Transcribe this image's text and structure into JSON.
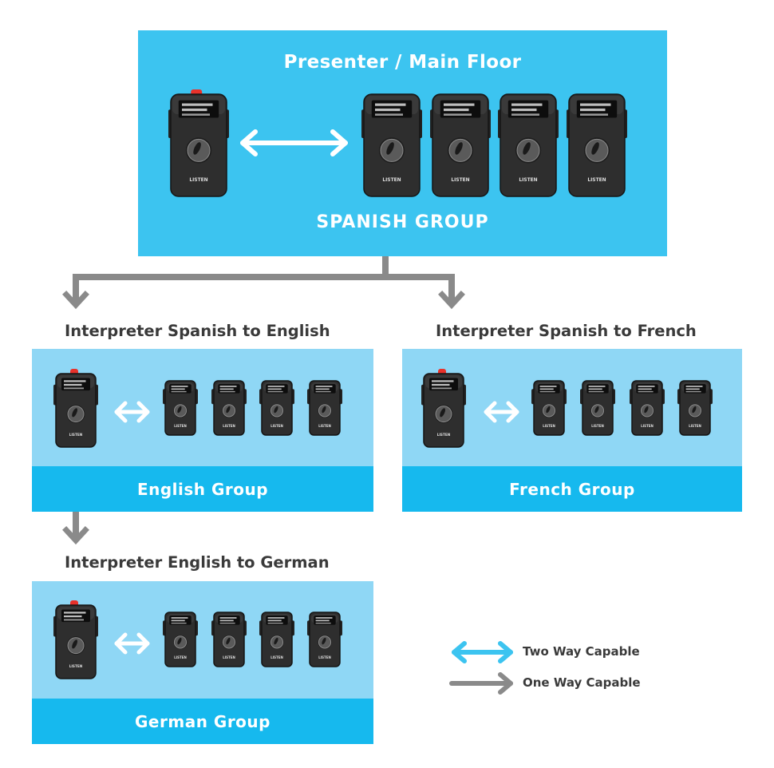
{
  "main": {
    "title": "Presenter / Main Floor",
    "group_label": "SPANISH GROUP",
    "receiver_brand": "LISTEN"
  },
  "groups": [
    {
      "caption": "Interpreter Spanish to English",
      "label": "English Group"
    },
    {
      "caption": "Interpreter Spanish to French",
      "label": "French Group"
    },
    {
      "caption": "Interpreter English to German",
      "label": "German Group"
    }
  ],
  "legend": {
    "two_way": "Two Way Capable",
    "one_way": "One Way Capable"
  },
  "colors": {
    "main_panel": "#3cc4f0",
    "sub_panel": "#8fd7f5",
    "band": "#16b9ee",
    "two_way_arrow": "#3cc4f0",
    "one_way_arrow": "#8a8a8a",
    "device_body": "#2e2e2e",
    "transmitter_button": "#e8322b"
  }
}
